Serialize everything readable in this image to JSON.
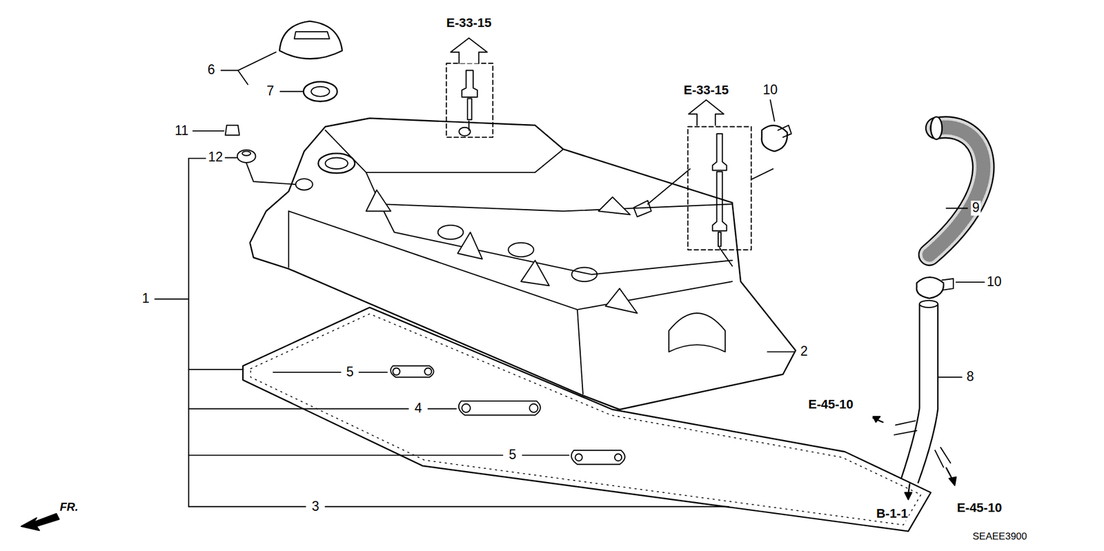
{
  "diagram": {
    "labels": [
      "E-33-15",
      "E-33-15",
      "10",
      "6",
      "7",
      "11",
      "12",
      "9",
      "1",
      "10",
      "2",
      "5",
      "8",
      "4",
      "E-45-10",
      "5",
      "3",
      "B-1-1",
      "E-45-10",
      "FR.",
      "SEAEE3900"
    ]
  }
}
